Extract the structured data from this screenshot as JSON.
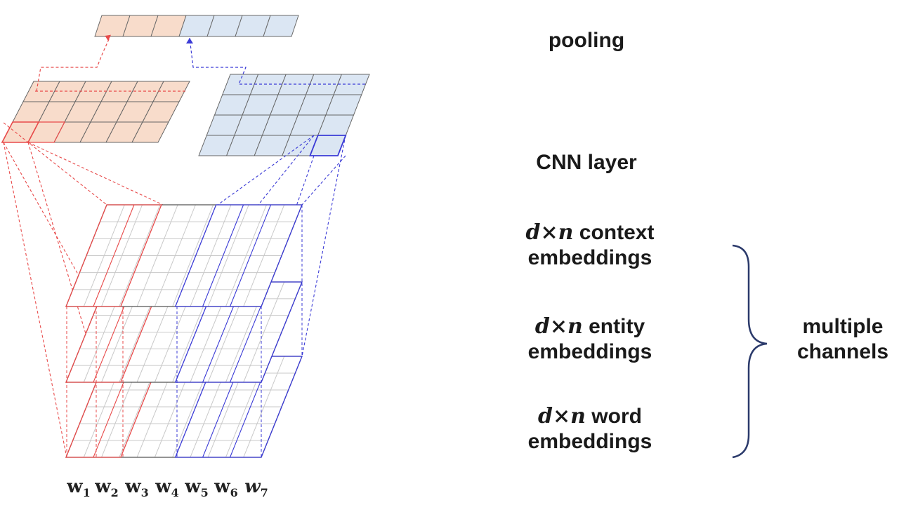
{
  "labels": {
    "pooling": "pooling",
    "cnn_layer": "CNN layer",
    "dim": "d×n",
    "context_line1": "context",
    "context_line2": "embeddings",
    "entity_line1": "entity",
    "entity_line2": "embeddings",
    "word_line1": "word",
    "word_line2": "embeddings",
    "group_line1": "multiple",
    "group_line2": "channels"
  },
  "words": [
    {
      "base": "w",
      "sub": "1"
    },
    {
      "base": "w",
      "sub": "2"
    },
    {
      "base": "w",
      "sub": "3"
    },
    {
      "base": "w",
      "sub": "4"
    },
    {
      "base": "w",
      "sub": "5"
    },
    {
      "base": "w",
      "sub": "6"
    },
    {
      "base": "w",
      "sub": "7"
    }
  ],
  "colors": {
    "red": "#e84a4a",
    "blue": "#3b3bd6",
    "orange_fill": "#f8dccb",
    "blue_fill": "#dbe6f3",
    "grid": "#c8c8c8",
    "dark_edge": "#555555",
    "brace": "#2b3a6b"
  }
}
